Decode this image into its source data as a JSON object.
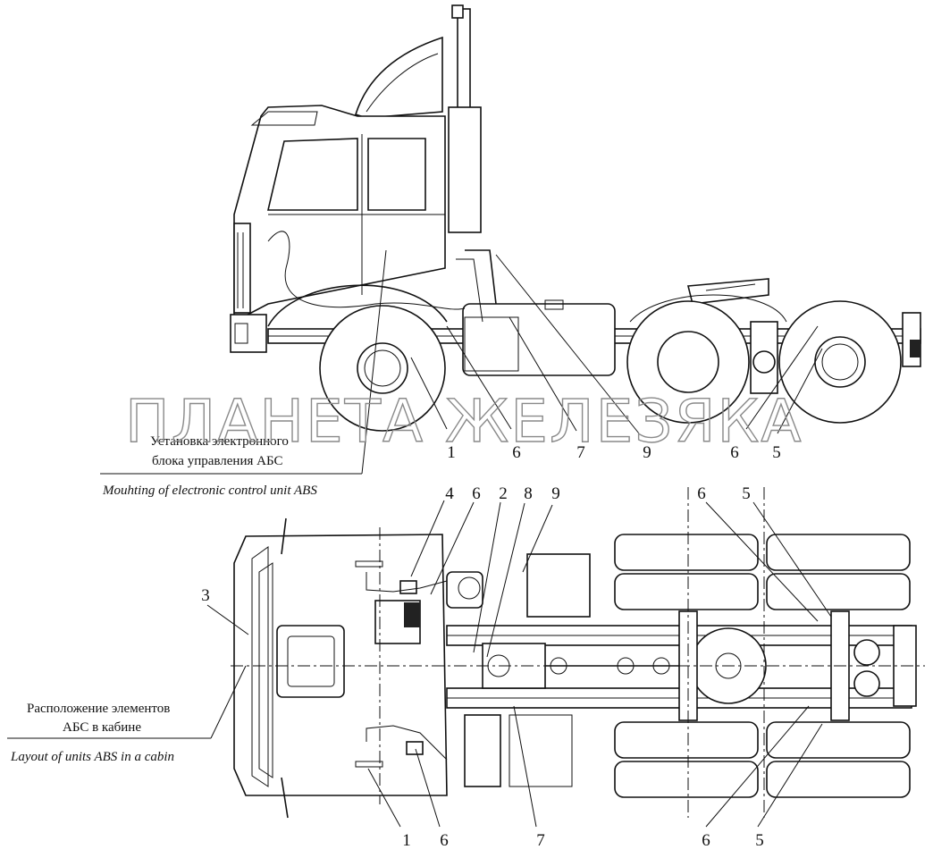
{
  "captions": {
    "ecu_ru_line1": "Установка электронного",
    "ecu_ru_line2": "блока управления АБС",
    "ecu_en": "Mouhting of electronic control unit ABS",
    "cabin_ru_line1": "Расположение элементов",
    "cabin_ru_line2": "АБС в кабине",
    "cabin_en": "Layout of units ABS in a cabin"
  },
  "watermark": "ПЛАНЕТА ЖЕЛЕЗЯКА",
  "side_view_callouts": [
    "1",
    "6",
    "7",
    "9",
    "6",
    "5"
  ],
  "top_view_callouts_top": [
    "3",
    "4",
    "6",
    "2",
    "8",
    "9",
    "6",
    "5"
  ],
  "top_view_callouts_bottom": [
    "1",
    "6",
    "7",
    "6",
    "5"
  ]
}
